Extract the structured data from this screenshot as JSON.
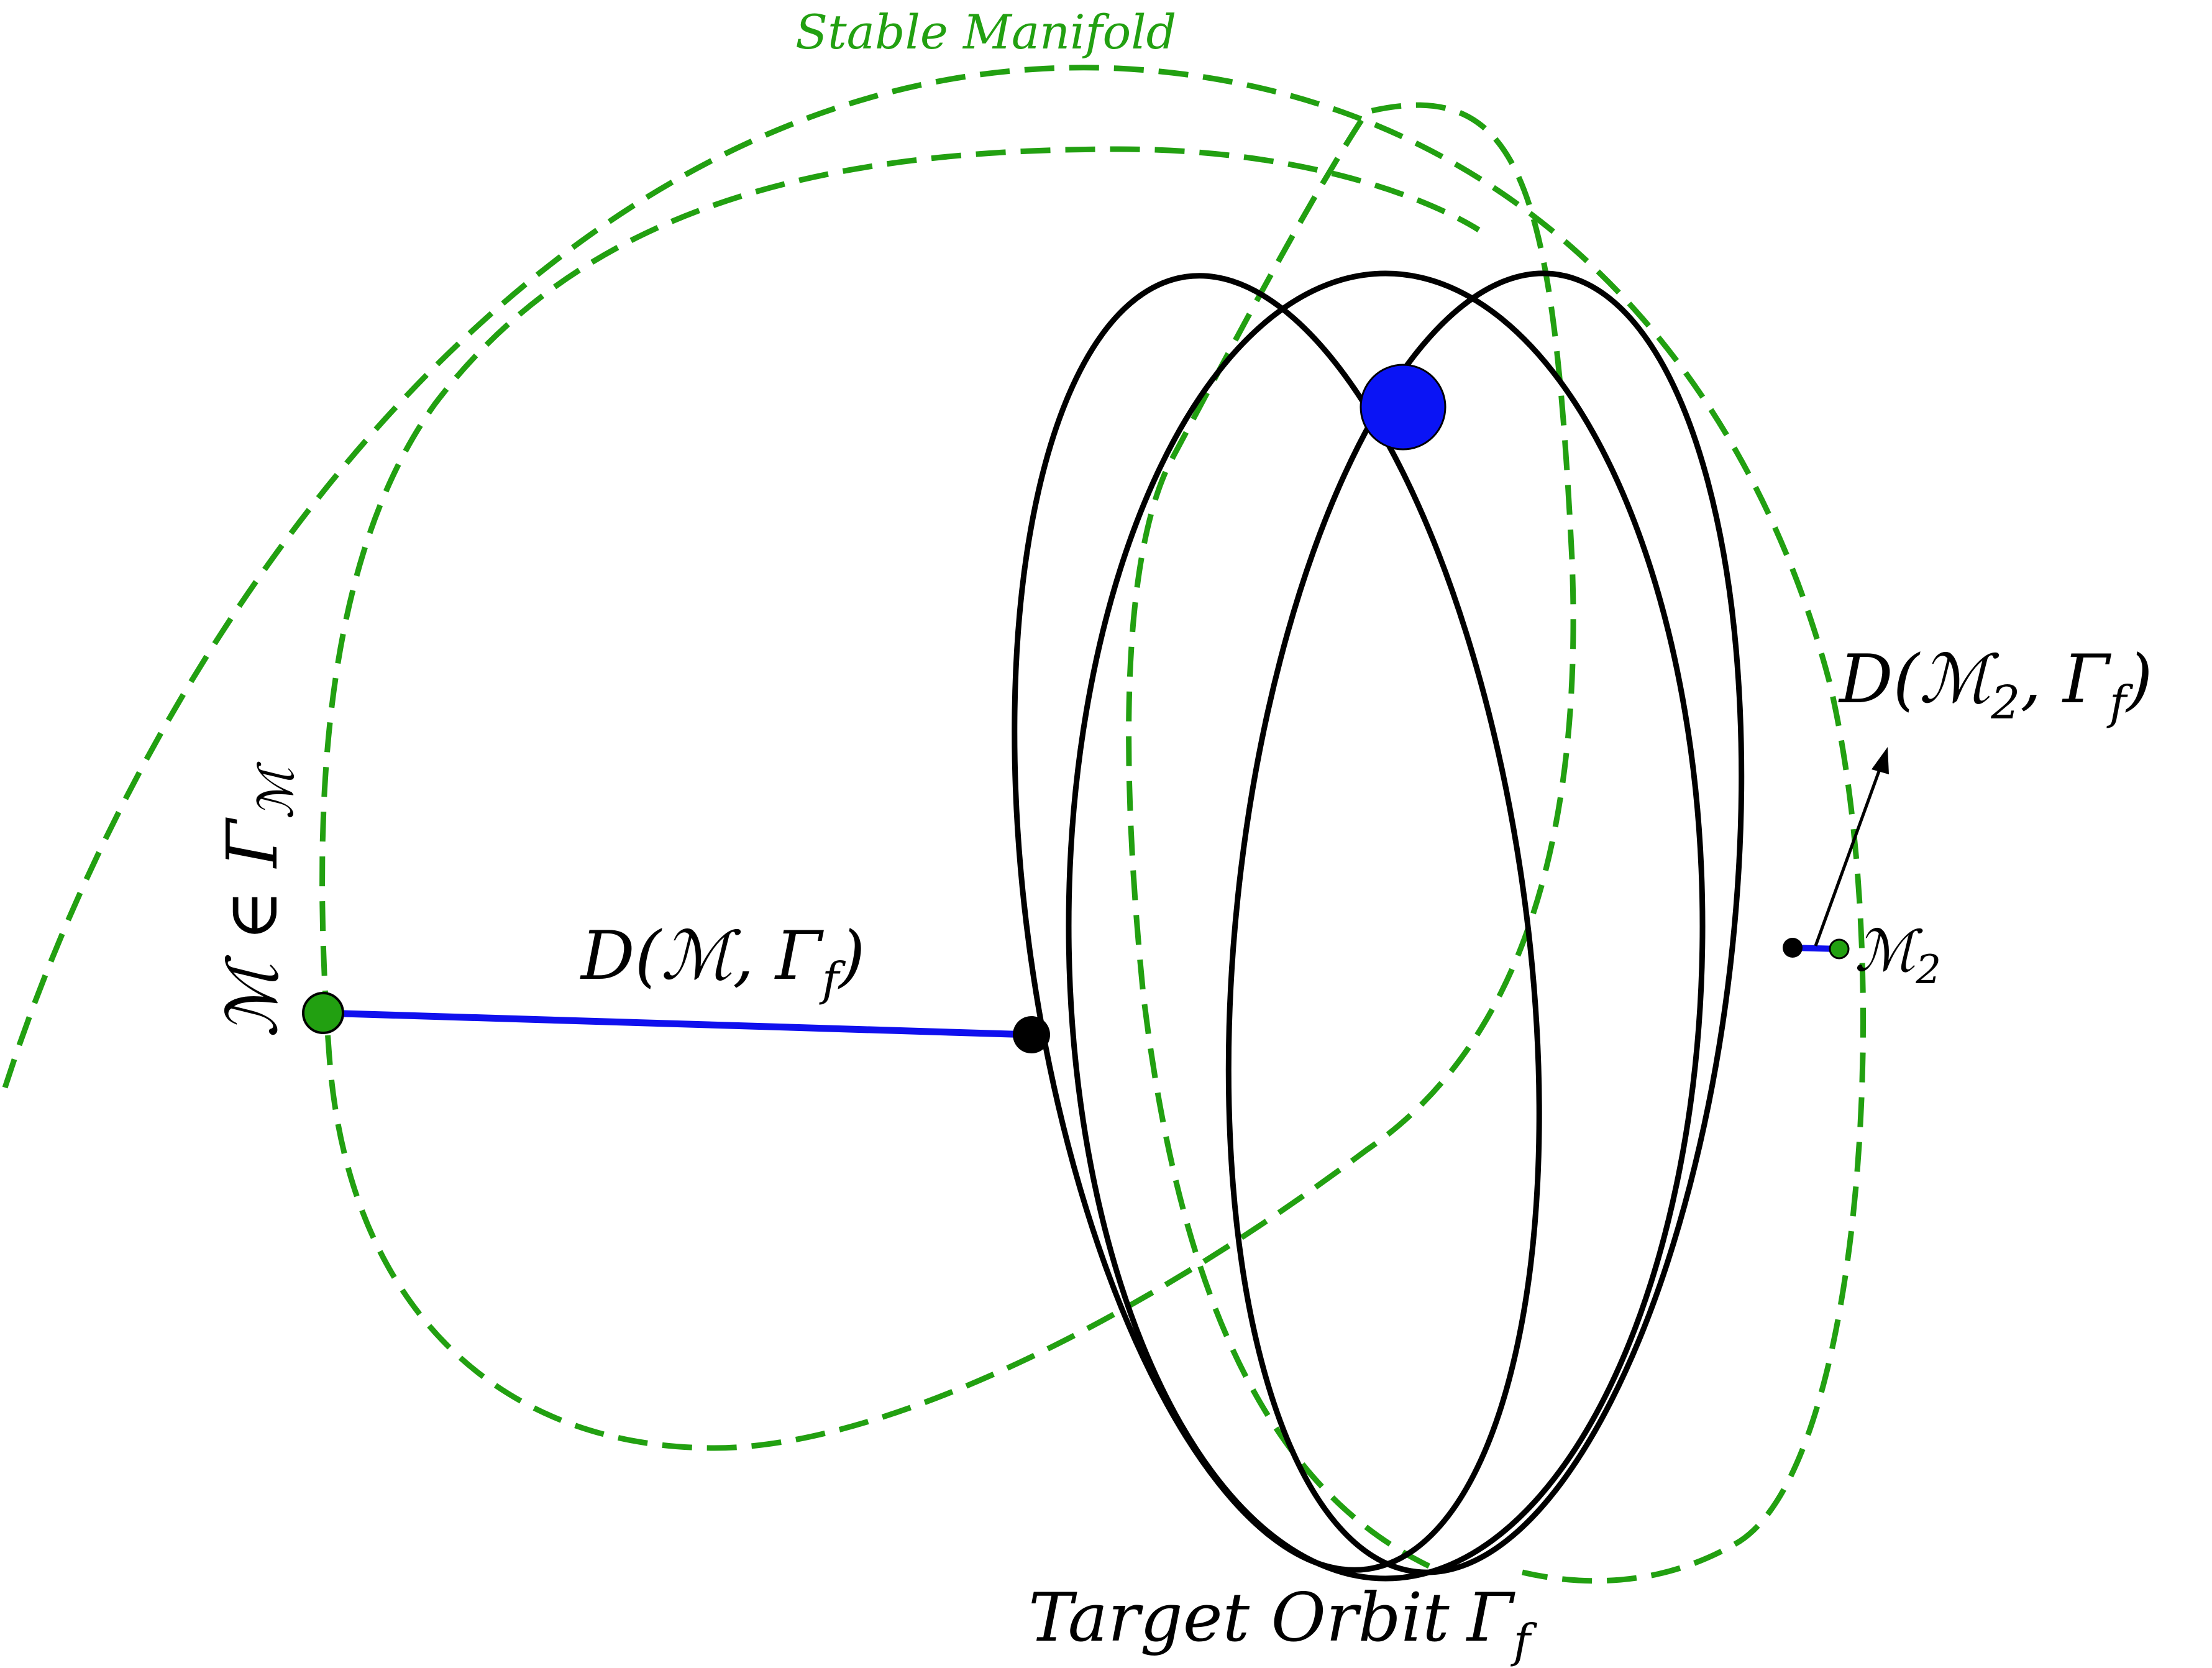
{
  "labels": {
    "stable_manifold": "Stable Manifold",
    "target_orbit": "Target Orbit",
    "target_orbit_symbol": "Γ",
    "target_orbit_subscript": "f",
    "distance_main": "D(ℳ, Γ",
    "distance_main_subscript": "f",
    "distance_main_close": ")",
    "distance_m2": "D(ℳ",
    "distance_m2_subscript": "2",
    "distance_m2_mid": ", Γ",
    "distance_m2_subscript2": "f",
    "distance_m2_close": ")",
    "point_m2": "ℳ",
    "point_m2_subscript": "2",
    "membership": "ℳ ∈ Γ",
    "membership_subscript": "ℳ"
  },
  "colors": {
    "manifold": "#22a011",
    "orbit": "#000000",
    "distance_line": "#1010ee",
    "central_body": "#0a14f5",
    "text": "#000000"
  }
}
